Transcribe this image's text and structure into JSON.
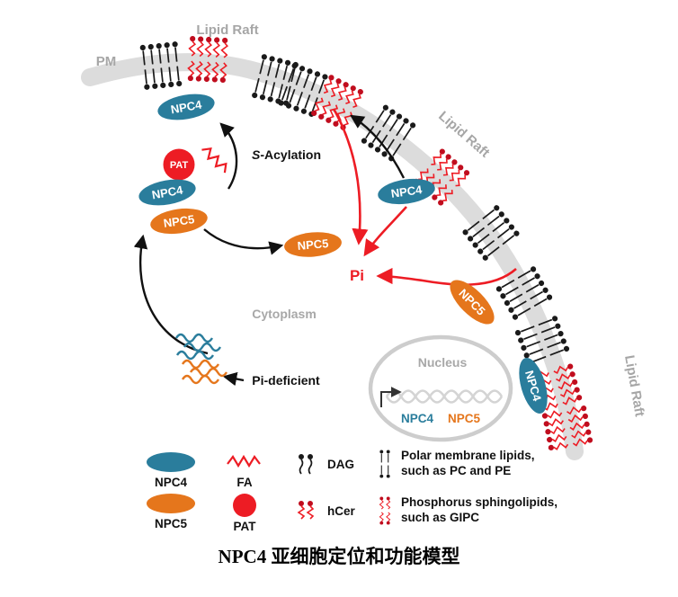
{
  "title": "NPC4 亚细胞定位和功能模型",
  "colors": {
    "npc4_teal": "#2a7d9c",
    "npc5_orange": "#e5761c",
    "red": "#ed1c24",
    "membrane_gray": "#dcdcdc",
    "label_gray": "#a6a6a6"
  },
  "membrane": {
    "pm": "PM",
    "lipid_raft": [
      "Lipid Raft",
      "Lipid Raft",
      "Lipid Raft"
    ]
  },
  "molecules": {
    "npc4": "NPC4",
    "npc5": "NPC5",
    "pat": "PAT",
    "pi": "Pi"
  },
  "annotations": {
    "s_acylation_prefix": "S",
    "s_acylation_suffix": "-Acylation",
    "pi_deficient": "Pi-deficient",
    "cytoplasm": "Cytoplasm",
    "nucleus": "Nucleus",
    "gene_npc4": "NPC4",
    "gene_npc5": "NPC5"
  },
  "legend": {
    "npc4": "NPC4",
    "npc5": "NPC5",
    "fa": "FA",
    "pat": "PAT",
    "dag": "DAG",
    "hcer": "hCer",
    "polar_line1": "Polar membrane lipids,",
    "polar_line2": "such as PC and PE",
    "phospho_line1": "Phosphorus sphingolipids,",
    "phospho_line2": "such as GIPC"
  }
}
